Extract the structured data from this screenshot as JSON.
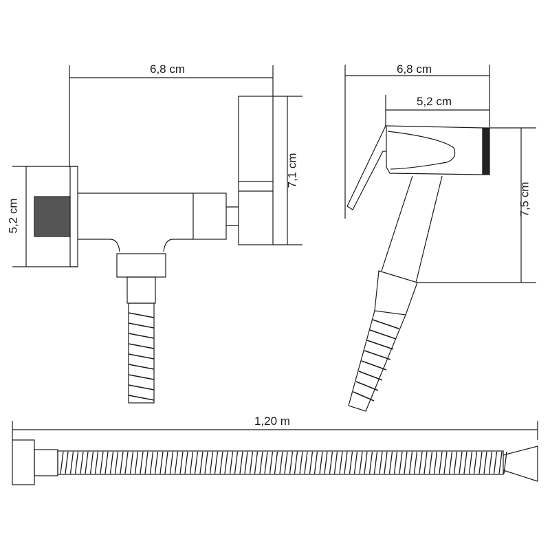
{
  "diagram": {
    "subject": "Bidet shower set technical drawing",
    "colors": {
      "line": "#1a1a1a",
      "background": "#ffffff"
    },
    "valve_view": {
      "width_label": "6,8 cm",
      "flange_height_label": "5,2 cm",
      "handle_height_label": "7,1 cm"
    },
    "sprayer_view": {
      "total_width_label": "6,8 cm",
      "head_width_label": "5,2 cm",
      "height_label": "7,5 cm"
    },
    "hose_view": {
      "length_label": "1,20 m"
    }
  }
}
